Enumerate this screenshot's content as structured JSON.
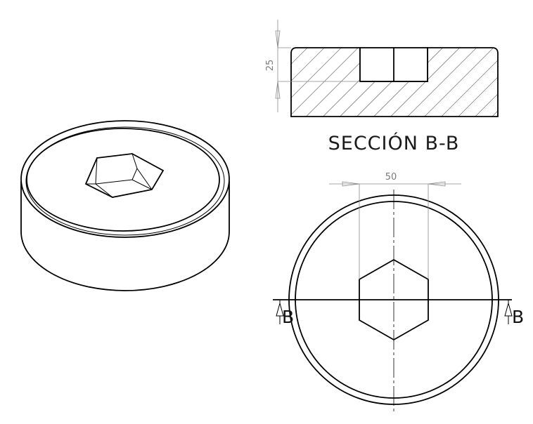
{
  "section_view": {
    "title": "SECCIÓN B-B",
    "depth_dimension": "25"
  },
  "front_view": {
    "width_dimension": "50",
    "section_label_left": "B",
    "section_label_right": "B"
  }
}
